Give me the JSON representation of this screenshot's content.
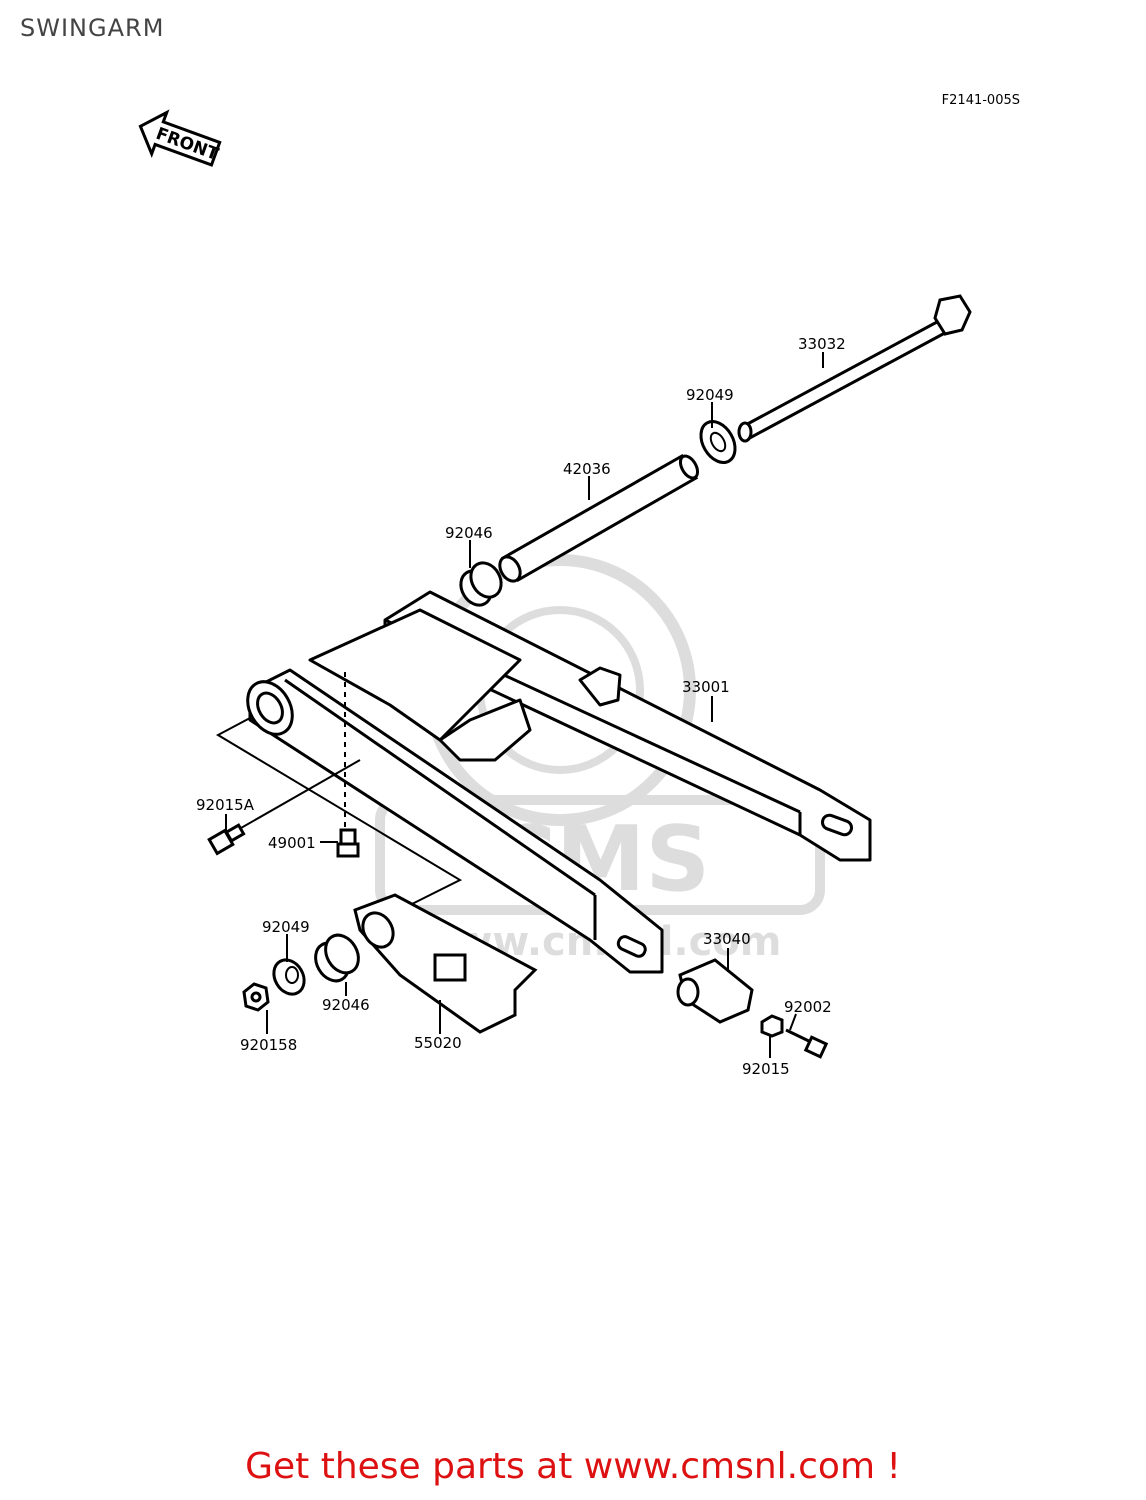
{
  "title": "SWINGARM",
  "diagram_code": "F2141-005S",
  "front_label": "FRONT",
  "watermark": "CMS",
  "watermark_url": "www.cmsnl.com",
  "callouts": [
    {
      "id": "33032",
      "label": "33032"
    },
    {
      "id": "92049-top",
      "label": "92049"
    },
    {
      "id": "42036",
      "label": "42036"
    },
    {
      "id": "92046-top",
      "label": "92046"
    },
    {
      "id": "33001",
      "label": "33001"
    },
    {
      "id": "92015A",
      "label": "92015A"
    },
    {
      "id": "49001",
      "label": "49001"
    },
    {
      "id": "92049-bottom",
      "label": "92049"
    },
    {
      "id": "92046-bottom",
      "label": "92046"
    },
    {
      "id": "920158",
      "label": "920158"
    },
    {
      "id": "55020",
      "label": "55020"
    },
    {
      "id": "33040",
      "label": "33040"
    },
    {
      "id": "92002",
      "label": "92002"
    },
    {
      "id": "92015",
      "label": "92015"
    }
  ],
  "footer": {
    "text": "Get these parts at www.cmsnl.com !",
    "color": "#dd1111"
  }
}
